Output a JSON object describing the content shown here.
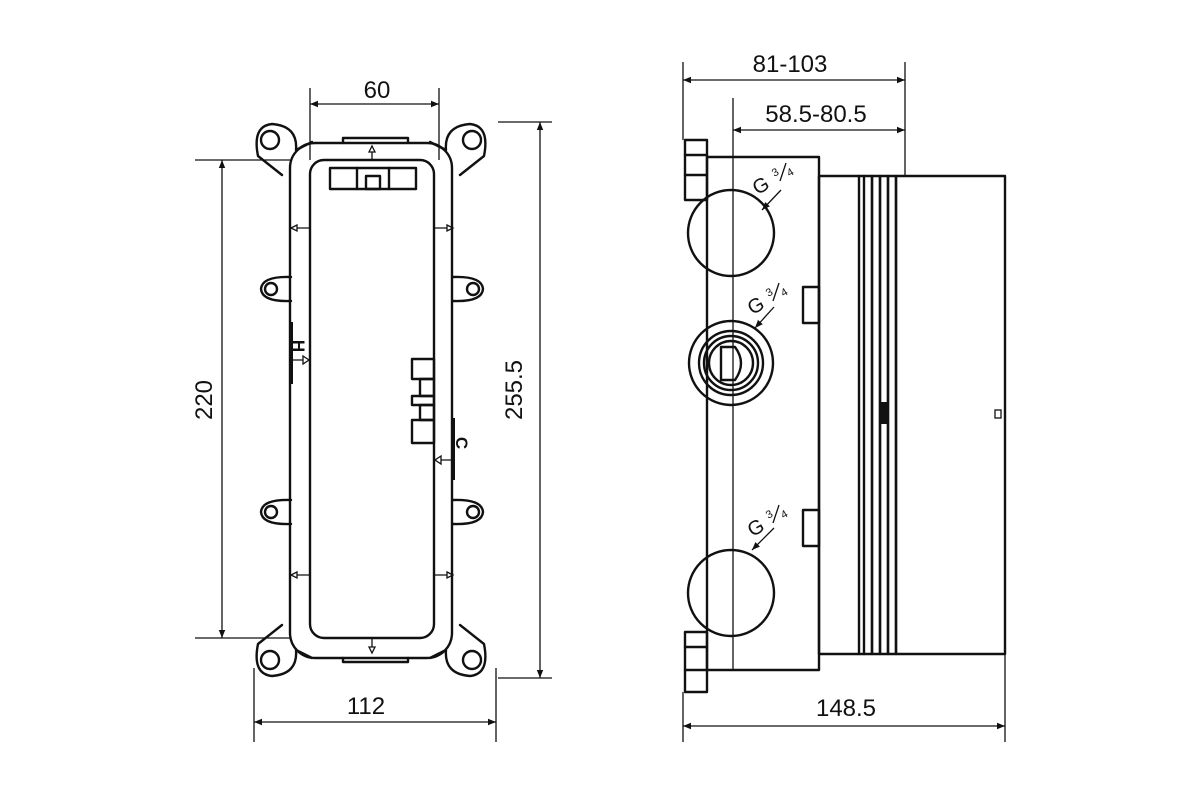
{
  "front_view": {
    "dimensions": {
      "top_width": "60",
      "bottom_width": "112",
      "left_height": "220",
      "right_height": "255.5"
    },
    "labels": {
      "hot": "H",
      "cold": "C"
    }
  },
  "side_view": {
    "dimensions": {
      "top_range_outer": "81-103",
      "top_range_inner": "58.5-80.5",
      "bottom_depth": "148.5"
    },
    "ports": [
      {
        "thread_letter": "G",
        "fraction_num": "3",
        "fraction_den": "4"
      },
      {
        "thread_letter": "G",
        "fraction_num": "3",
        "fraction_den": "4"
      },
      {
        "thread_letter": "G",
        "fraction_num": "3",
        "fraction_den": "4"
      }
    ]
  }
}
